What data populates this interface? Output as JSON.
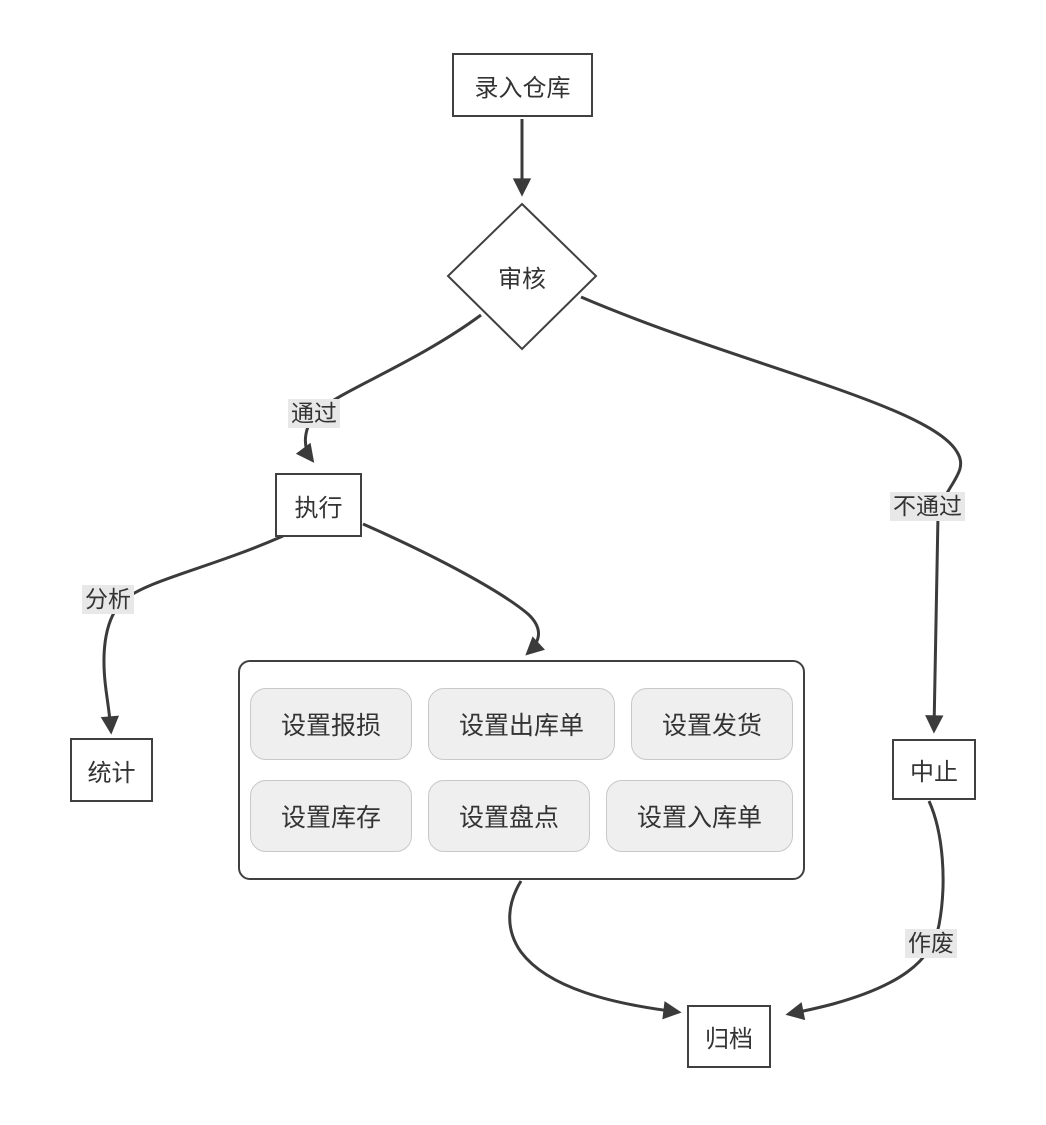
{
  "diagram": {
    "title": "warehouse-workflow-flowchart",
    "nodes": {
      "start": {
        "label": "录入仓库"
      },
      "review": {
        "label": "审核"
      },
      "execute": {
        "label": "执行"
      },
      "stats": {
        "label": "统计"
      },
      "abort": {
        "label": "中止"
      },
      "archive": {
        "label": "归档"
      }
    },
    "edge_labels": {
      "pass": "通过",
      "fail": "不通过",
      "analyze": "分析",
      "void": "作废"
    },
    "group": {
      "buttons": [
        "设置报损",
        "设置出库单",
        "设置发货",
        "设置库存",
        "设置盘点",
        "设置入库单"
      ]
    },
    "edges": [
      {
        "from": "start",
        "to": "review",
        "label": ""
      },
      {
        "from": "review",
        "to": "execute",
        "label": "通过"
      },
      {
        "from": "review",
        "to": "abort",
        "label": "不通过"
      },
      {
        "from": "execute",
        "to": "stats",
        "label": "分析"
      },
      {
        "from": "execute",
        "to": "group",
        "label": ""
      },
      {
        "from": "group",
        "to": "archive",
        "label": ""
      },
      {
        "from": "abort",
        "to": "archive",
        "label": "作废"
      }
    ],
    "colors": {
      "line": "#3b3b3b",
      "node_border": "#404040",
      "node_fill": "#ffffff",
      "edge_label_bg": "#e8e8e8",
      "button_bg": "#efefef",
      "button_border": "#c8c8c8",
      "text": "#333333",
      "background": "#ffffff"
    }
  }
}
